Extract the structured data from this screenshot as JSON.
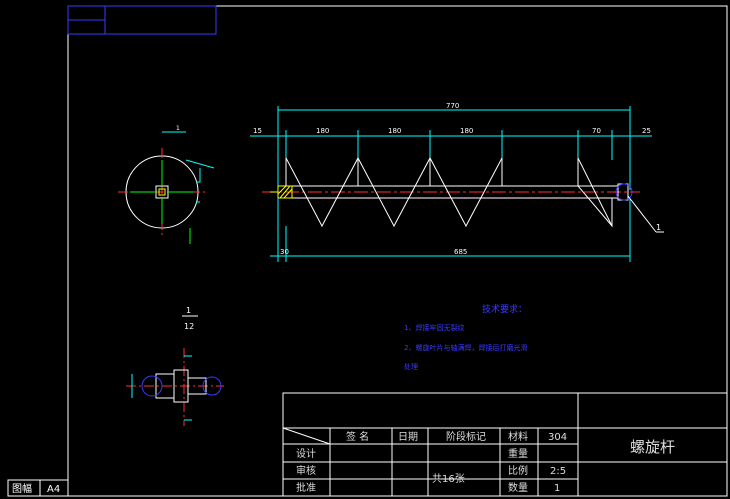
{
  "drawing": {
    "title": "螺旋杆",
    "paper_size": "A4",
    "paper_label": "图幅",
    "material_label": "材料",
    "material": "304",
    "weight_label": "重量",
    "scale_label": "比例",
    "scale": "2:5",
    "quantity_label": "数量",
    "quantity": "1",
    "sheets": "共16张",
    "header_name": "签 名",
    "header_date": "日期",
    "header_stage": "阶段标记",
    "design_label": "设计",
    "review_label": "审核",
    "approve_label": "批准"
  },
  "tech_requirements": {
    "heading": "技术要求：",
    "item1": "1、焊接牢固无裂纹",
    "item2": "2、螺旋叶片与轴满焊，焊接后打磨光滑",
    "item3": "处理"
  },
  "dimensions": {
    "overall_top": "770",
    "left_end": "15",
    "pitch1": "180",
    "pitch2": "180",
    "pitch3": "180",
    "right_seg": "70",
    "right_end": "25",
    "bottom_left": "30",
    "bottom_span": "685",
    "section_dim": "1",
    "detail_top": "1",
    "detail_bottom": "12",
    "callout": "1"
  }
}
